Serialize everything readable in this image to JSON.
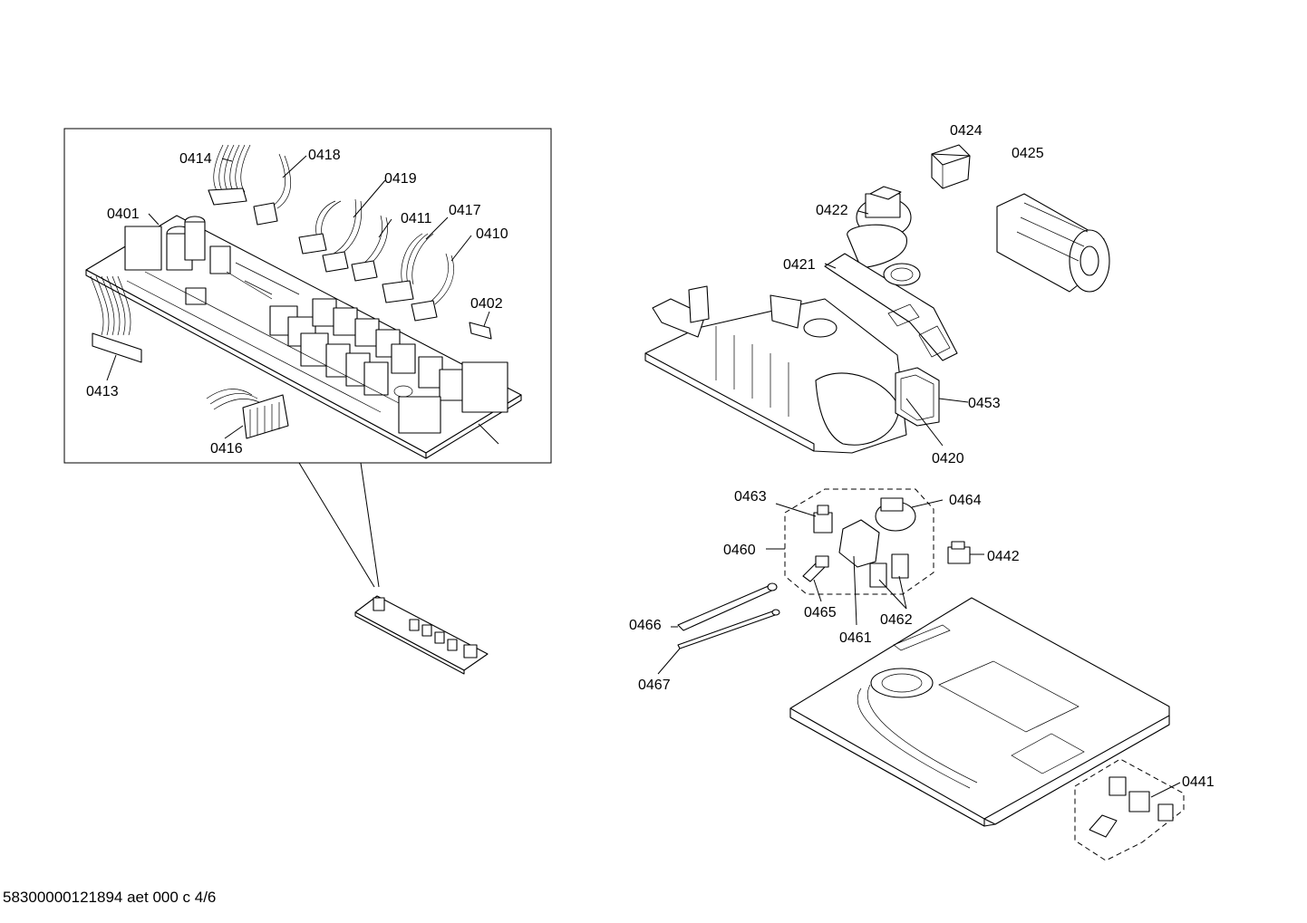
{
  "footer_text": "58300000121894 aet 000 c 4/6",
  "labels": {
    "p0414": "0414",
    "p0418": "0418",
    "p0419": "0419",
    "p0401": "0401",
    "p0411": "0411",
    "p0417": "0417",
    "p0410": "0410",
    "p0402": "0402",
    "p0413": "0413",
    "p0416": "0416",
    "p0424": "0424",
    "p0425": "0425",
    "p0422": "0422",
    "p0421": "0421",
    "p0453": "0453",
    "p0420": "0420",
    "p0463": "0463",
    "p0464": "0464",
    "p0460": "0460",
    "p0442": "0442",
    "p0465": "0465",
    "p0462": "0462",
    "p0461": "0461",
    "p0466": "0466",
    "p0467": "0467",
    "p0441": "0441"
  }
}
